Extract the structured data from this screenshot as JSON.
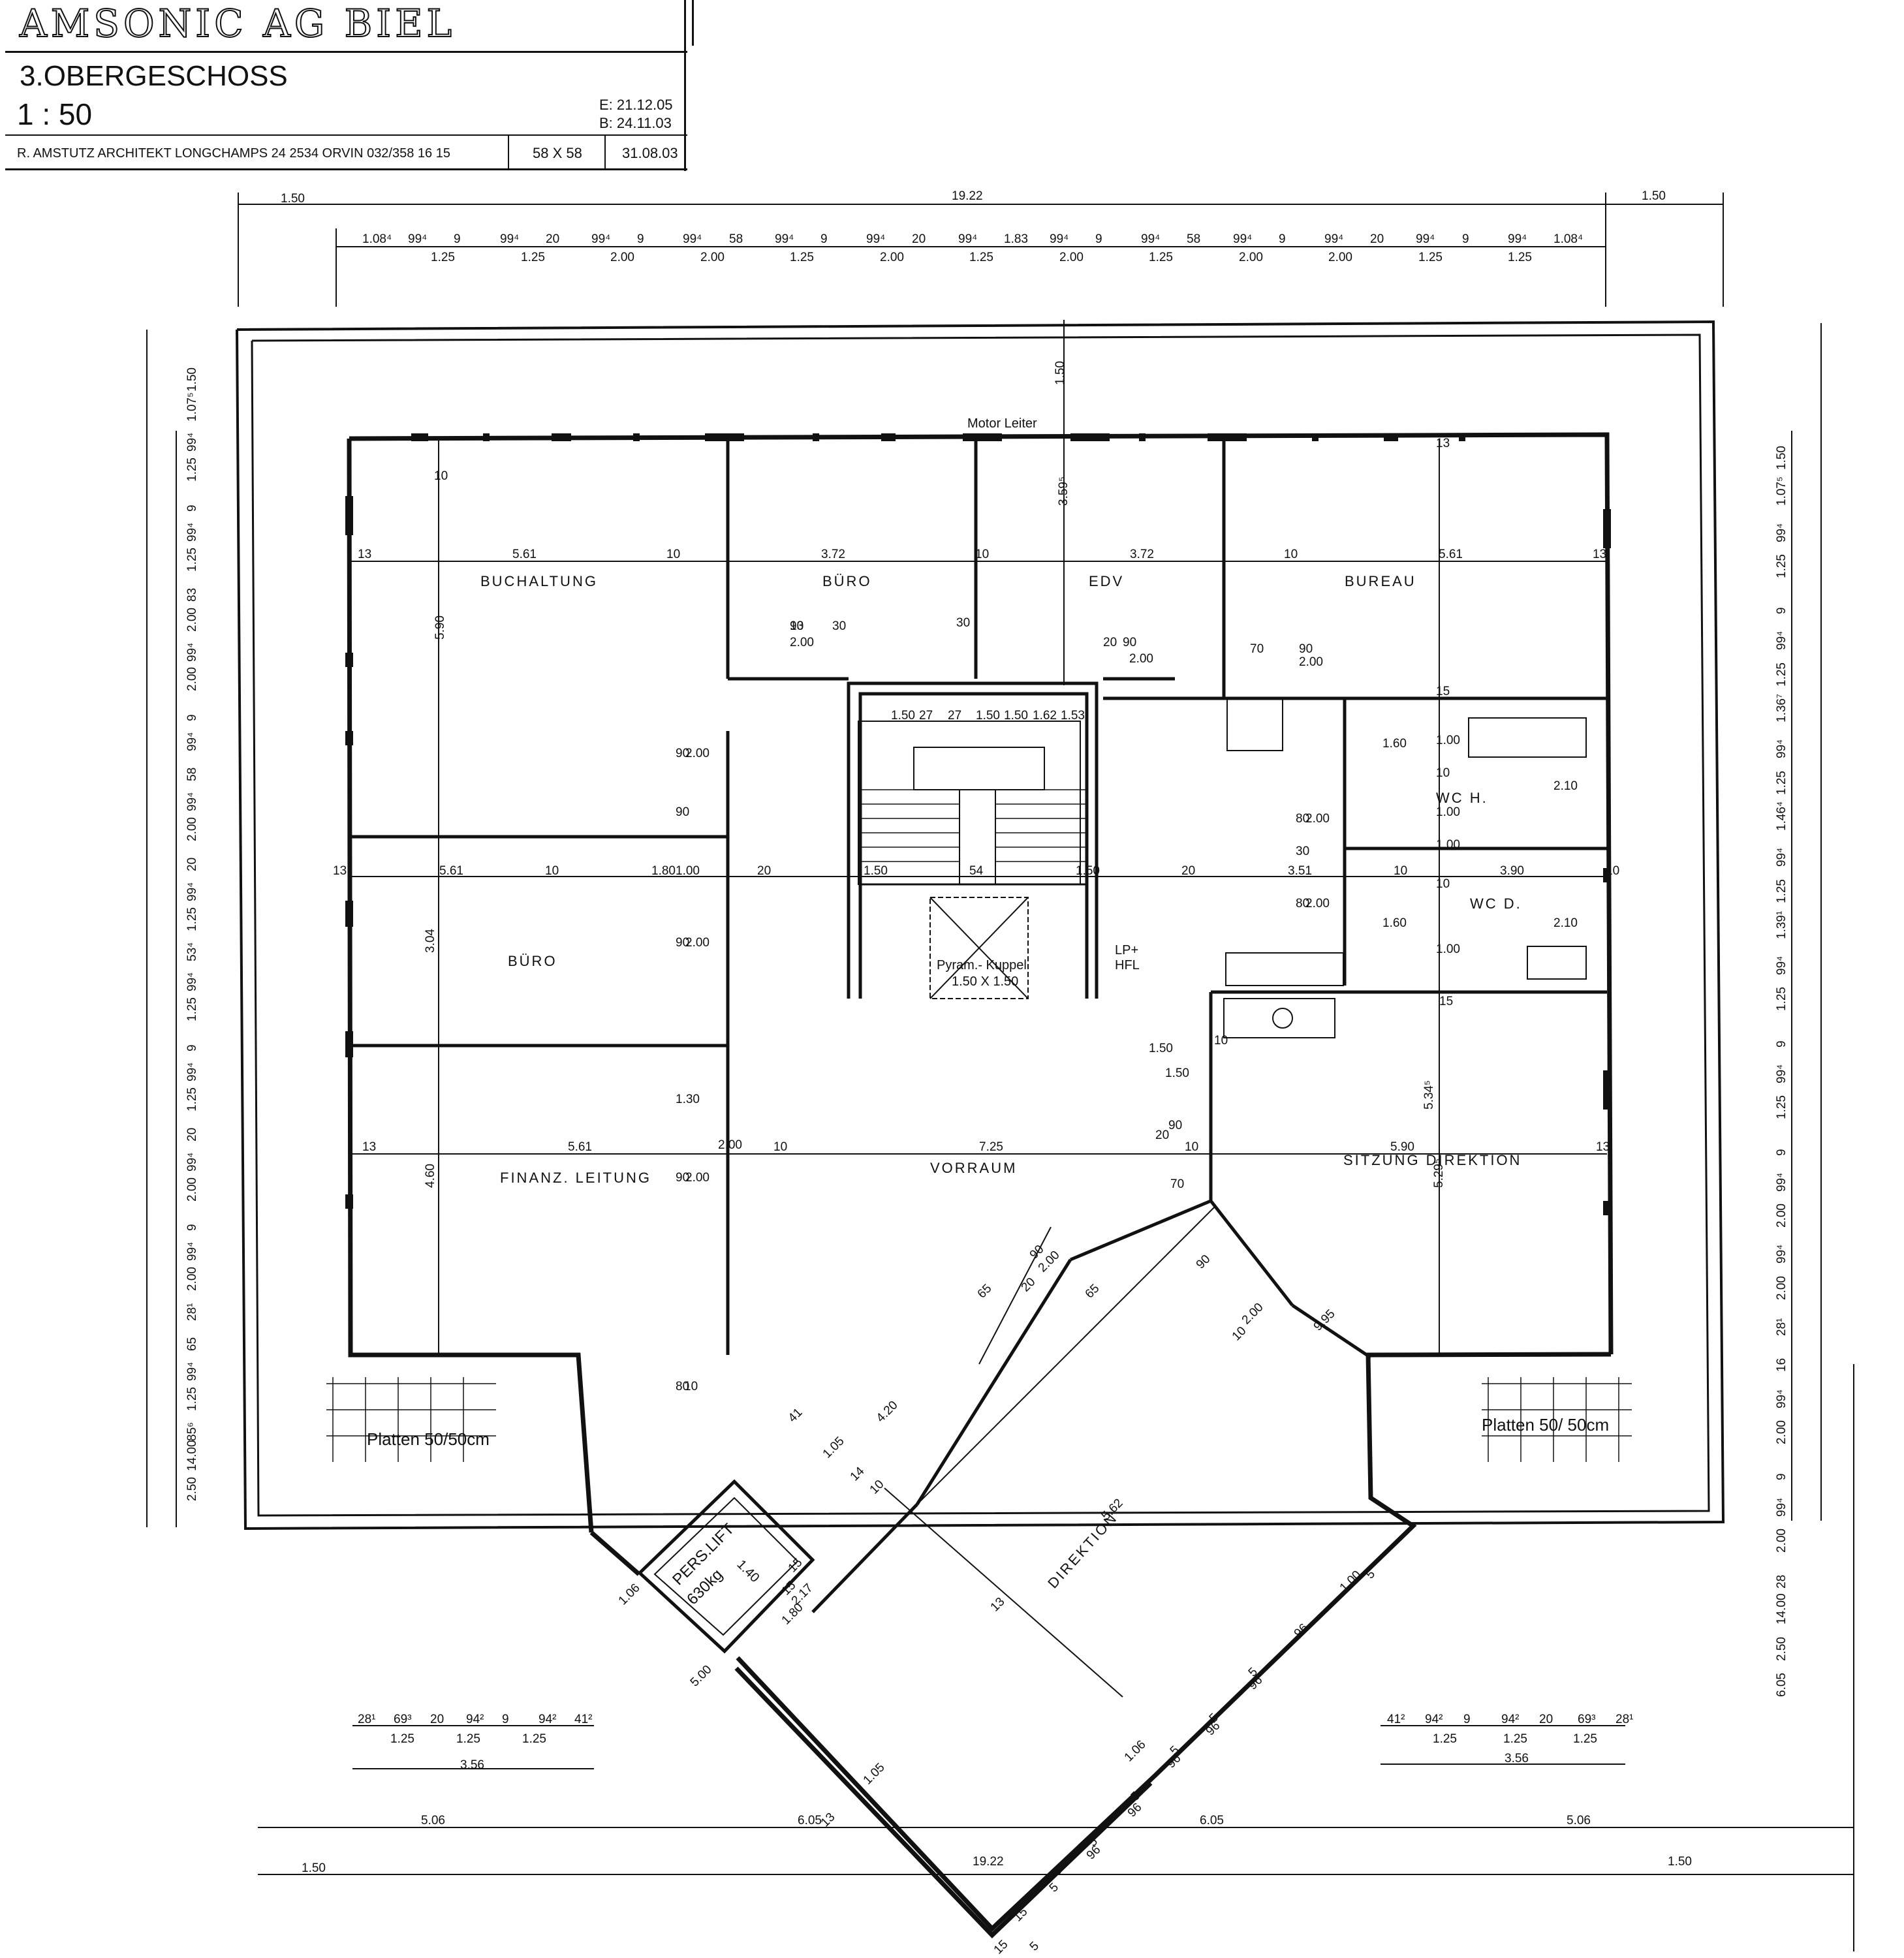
{
  "title_block": {
    "firm": "AMSONIC AG BIEL",
    "floor": "3.OBERGESCHOSS",
    "scale": "1 : 50",
    "date_e": "E: 21.12.05",
    "date_b": "B: 24.11.03",
    "architect": "R. AMSTUTZ  ARCHITEKT  LONGCHAMPS 24  2534 ORVIN  032/358 16 15",
    "format": "58 X 58",
    "date": "31.08.03"
  },
  "rooms": {
    "buchaltung": "BUCHALTUNG",
    "buero_top": "BÜRO",
    "edv": "EDV",
    "bureau": "BUREAU",
    "buero_mid": "BÜRO",
    "finanz": "FINANZ. LEITUNG",
    "vorraum": "VORRAUM",
    "sitzung": "SITZUNG  DIREKTION",
    "direktion": "DIREKTION",
    "wc_h": "WC H.",
    "wc_d": "WC D.",
    "platten_left": "Platten 50/50cm",
    "platten_right": "Platten   50/ 50cm",
    "kuppel": "Pyram.- Kuppel",
    "kuppel_dim": "1.50 X 1.50",
    "lift": "PERS.LIFT",
    "lift_kg": "630kg",
    "lift_dim": "1.40",
    "motor": "Motor Leiter",
    "lp": "LP+",
    "hfl": "HFL"
  },
  "dims": {
    "top_total": "19.22",
    "top_left_15": "1.50",
    "top_right_15": "1.50",
    "top_row": [
      "1.08⁴",
      "99⁴",
      "9",
      "99⁴",
      "20",
      "99⁴",
      "9",
      "99⁴",
      "58",
      "99⁴",
      "9",
      "99⁴",
      "20",
      "99⁴",
      "1.83",
      "99⁴",
      "9",
      "99⁴",
      "58",
      "99⁴",
      "9",
      "99⁴",
      "20",
      "99⁴",
      "9",
      "99⁴",
      "1.08⁴"
    ],
    "top_sub": [
      "1.25",
      "1.25",
      "2.00",
      "2.00",
      "1.25",
      "2.00",
      "1.25",
      "2.00",
      "1.25",
      "2.00",
      "2.00",
      "1.25",
      "1.25"
    ],
    "left_col": [
      "1.50",
      "1.07⁵",
      "99⁴",
      "1.25",
      "9",
      "99⁴",
      "1.25",
      "83",
      "2.00",
      "99⁴",
      "2.00",
      "9",
      "99⁴",
      "58",
      "99⁴",
      "2.00",
      "20",
      "99⁴",
      "1.25",
      "53⁴",
      "99⁴",
      "1.25",
      "9",
      "99⁴",
      "1.25",
      "20",
      "99⁴",
      "2.00",
      "9",
      "99⁴",
      "2.00",
      "28¹",
      "65",
      "99⁴",
      "1.25",
      "85⁶",
      "14.00",
      "2.50"
    ],
    "right_col": [
      "1.50",
      "1.07⁵",
      "99⁴",
      "1.25",
      "9",
      "99⁴",
      "1.25",
      "1.36⁷",
      "99⁴",
      "1.25",
      "1.46⁴",
      "99⁴",
      "1.25",
      "1.39¹",
      "99⁴",
      "1.25",
      "9",
      "99⁴",
      "1.25",
      "9",
      "99⁴",
      "2.00",
      "99⁴",
      "2.00",
      "28¹",
      "16",
      "99⁴",
      "2.00",
      "9",
      "99⁴",
      "2.00",
      "28",
      "14.00",
      "2.50",
      "6.05"
    ],
    "row1": [
      "13",
      "5.61",
      "10",
      "3.72",
      "10",
      "3.72",
      "10",
      "5.61",
      "13"
    ],
    "row2": [
      "13",
      "5.61",
      "10",
      "1.80",
      "20",
      "1.50",
      "54",
      "1.50",
      "20",
      "3.51",
      "10",
      "3.90",
      "10"
    ],
    "row3": [
      "13",
      "5.61",
      "10",
      "7.25",
      "10",
      "5.90",
      "13"
    ],
    "stair": [
      "1.50",
      "27",
      "27",
      "1.50",
      "1.50",
      "1.62",
      "1.53"
    ],
    "misc": [
      "90",
      "30",
      "2.00",
      "30",
      "20",
      "90",
      "2.00",
      "70",
      "90",
      "2.00",
      "1.60",
      "1.00",
      "10",
      "1.00",
      "2.10",
      "1.60",
      "1.00",
      "10",
      "1.00",
      "2.10",
      "80",
      "2.00",
      "30",
      "80",
      "2.00",
      "15",
      "15",
      "1.50",
      "1.50",
      "90",
      "20",
      "70",
      "5.90",
      "3.04",
      "4.60",
      "5.34⁵",
      "5.29⁵",
      "3.59⁵",
      "1.50",
      "90",
      "2.00",
      "90",
      "1.00",
      "90",
      "2.00",
      "1.30",
      "90",
      "2.00",
      "80",
      "10",
      "2.00",
      "10",
      "10",
      "13",
      "13"
    ],
    "diag": [
      "65",
      "20",
      "90",
      "2.00",
      "65",
      "4.20",
      "1.05",
      "41",
      "14",
      "10",
      "1.80",
      "15",
      "15",
      "2.17",
      "1.06",
      "5.00",
      "13",
      "1.05",
      "90",
      "2.00",
      "10",
      "9.95",
      "5.62",
      "13",
      "1.06",
      "5",
      "1.00",
      "96",
      "5",
      "96",
      "5",
      "96",
      "5",
      "96",
      "5",
      "96",
      "5",
      "96",
      "5",
      "5",
      "15",
      "15",
      "5"
    ],
    "bottom_left": [
      "28¹",
      "69³",
      "20",
      "94²",
      "9",
      "94²",
      "41²",
      "1.25",
      "1.25",
      "1.25",
      "3.56"
    ],
    "bottom_right": [
      "41²",
      "94²",
      "9",
      "94²",
      "20",
      "69³",
      "28¹",
      "1.25",
      "1.25",
      "1.25",
      "3.56"
    ],
    "bottom": [
      "5.06",
      "6.05",
      "6.05",
      "5.06",
      "1.50",
      "19.22",
      "1.50"
    ]
  }
}
